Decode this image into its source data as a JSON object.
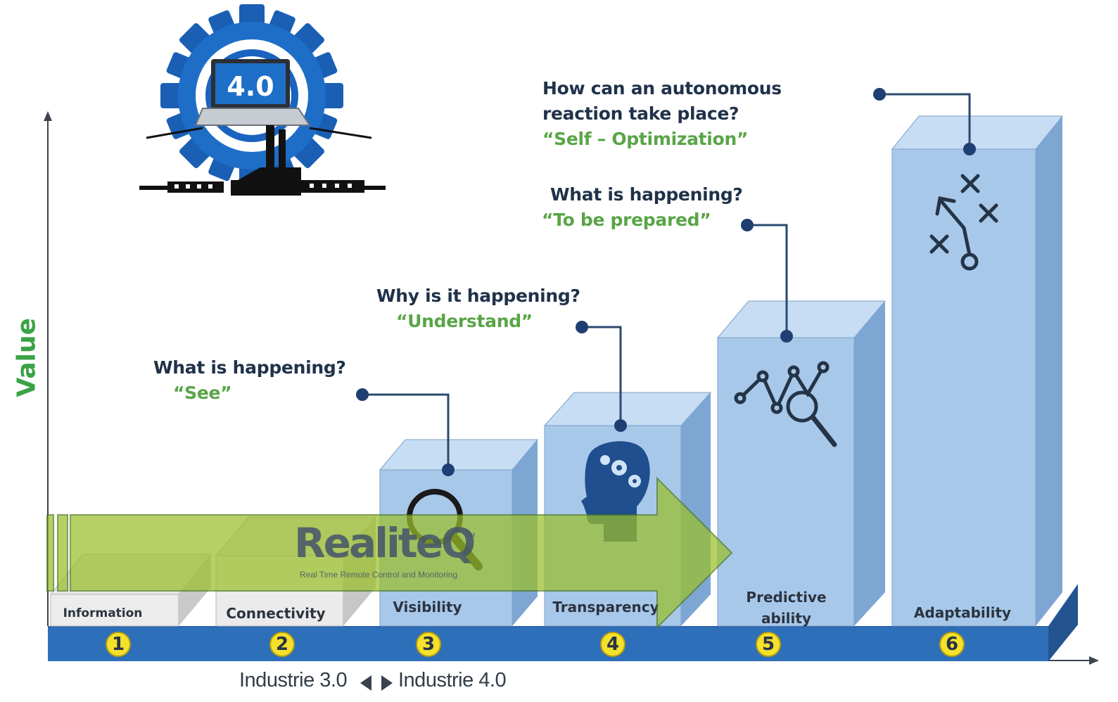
{
  "logo": {
    "badge_text": "4.0",
    "icon": "gear-laptop-factory-icon"
  },
  "axes": {
    "y_label": "Value",
    "era_left": "Industrie 3.0",
    "era_right": "Industrie 4.0"
  },
  "stages": [
    {
      "number": "1",
      "label": "Information"
    },
    {
      "number": "2",
      "label": "Connectivity"
    },
    {
      "number": "3",
      "label": "Visibility",
      "question": "What is happening?",
      "answer": "“See”",
      "icon": "magnifier-icon"
    },
    {
      "number": "4",
      "label": "Transparency",
      "question": "Why is it happening?",
      "answer": "“Understand”",
      "icon": "brain-gears-icon"
    },
    {
      "number": "5",
      "label": "Predictive ability",
      "question": "What is happening?",
      "answer": "“To be prepared”",
      "icon": "analytics-icon"
    },
    {
      "number": "6",
      "label": "Adaptability",
      "question": "How can an autonomous reaction take place?",
      "answer": "“Self – Optimization”",
      "icon": "strategy-play-icon"
    }
  ],
  "watermark": {
    "brand": "RealiteQ",
    "trademark": "TM",
    "tagline": "Real Time Remote Control and Monitoring"
  },
  "colors": {
    "bar_front": "#a8c8ea",
    "bar_top": "#c7ddf4",
    "bar_side": "#7ea6d3",
    "base": "#2e6fba",
    "answer_green": "#59a548",
    "arrow_green": "#9bbf2a",
    "badge_yellow": "#f4e12b"
  }
}
